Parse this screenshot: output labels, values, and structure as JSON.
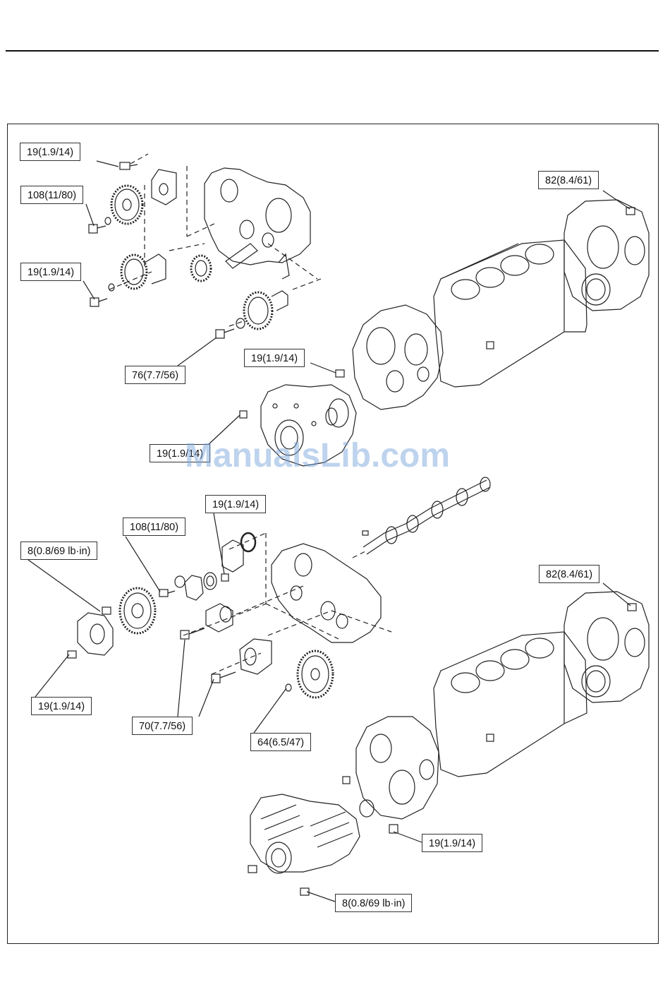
{
  "labels": {
    "l1": "19(1.9/14)",
    "l2": "108(11/80)",
    "l3": "19(1.9/14)",
    "l4": "82(8.4/61)",
    "l5": "76(7.7/56)",
    "l6": "19(1.9/14)",
    "l7": "19(1.9/14)",
    "l8": "19(1.9/14)",
    "l9": "108(11/80)",
    "l10": "8(0.8/69 lb·in)",
    "l11": "82(8.4/61)",
    "l12": "19(1.9/14)",
    "l13": "70(7.7/56)",
    "l14": "64(6.5/47)",
    "l15": "19(1.9/14)",
    "l16": "8(0.8/69 lb·in)"
  },
  "watermark": "ManualsLib.com"
}
